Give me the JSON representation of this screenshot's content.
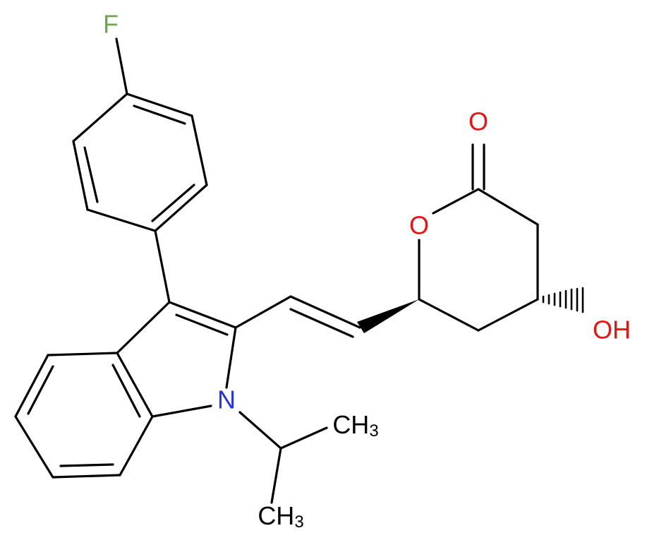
{
  "colors": {
    "bond": "#000000",
    "fluorine": "#6aa84f",
    "nitrogen": "#2233ee",
    "oxygen": "#ee1111",
    "carbon": "#000000"
  },
  "labels": {
    "fluorine": "F",
    "nitrogen": "N",
    "carbonyl_oxygen": "O",
    "ring_oxygen": "O",
    "hydroxyl": "OH",
    "methyl_top_main": "CH",
    "methyl_top_sub": "3",
    "methyl_bottom_main": "CH",
    "methyl_bottom_sub": "3"
  }
}
